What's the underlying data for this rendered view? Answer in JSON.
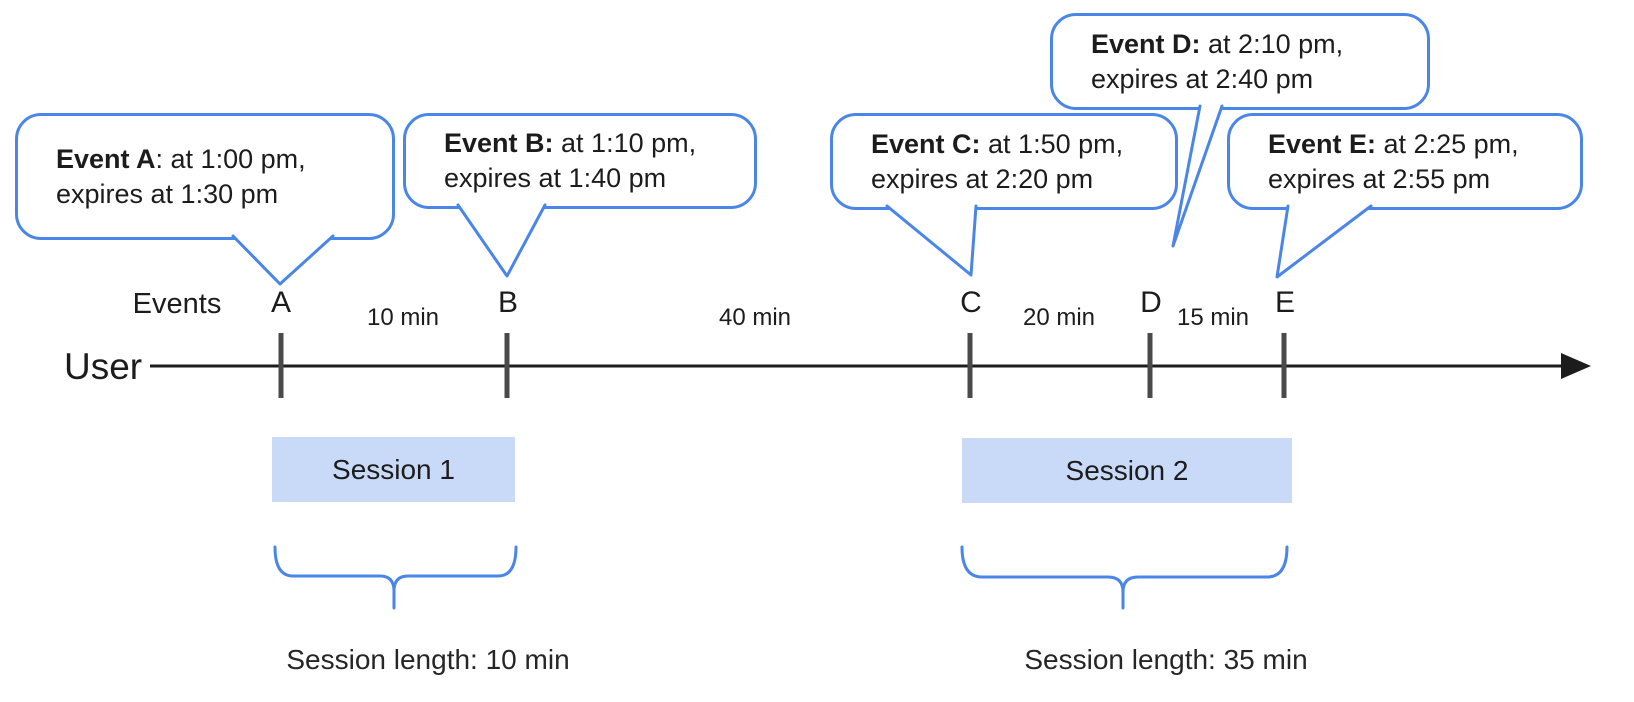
{
  "callouts": [
    {
      "bold": "Event A",
      "rest": ": at 1:00 pm,",
      "line2": "expires at 1:30 pm"
    },
    {
      "bold": "Event B:",
      "rest": " at 1:10 pm,",
      "line2": "expires at 1:40 pm"
    },
    {
      "bold": "Event C:",
      "rest": " at 1:50 pm,",
      "line2": "expires at 2:20 pm"
    },
    {
      "bold": "Event D:",
      "rest": " at 2:10 pm,",
      "line2": "expires at 2:40 pm"
    },
    {
      "bold": "Event E:",
      "rest": " at 2:25 pm,",
      "line2": "expires at 2:55 pm"
    }
  ],
  "axis": {
    "events_label": "Events",
    "user_label": "User",
    "ticks": [
      "A",
      "B",
      "C",
      "D",
      "E"
    ],
    "gap_labels": [
      "10 min",
      "40 min",
      "20 min",
      "15 min"
    ]
  },
  "sessions": [
    {
      "label": "Session 1",
      "length": "Session length: 10 min"
    },
    {
      "label": "Session 2",
      "length": "Session length: 35 min"
    }
  ],
  "colors": {
    "accent_blue": "#4a86e8",
    "session_fill": "#c9daf8",
    "tick_gray": "#4a4a4a",
    "axis_black": "#1c1c1c"
  }
}
